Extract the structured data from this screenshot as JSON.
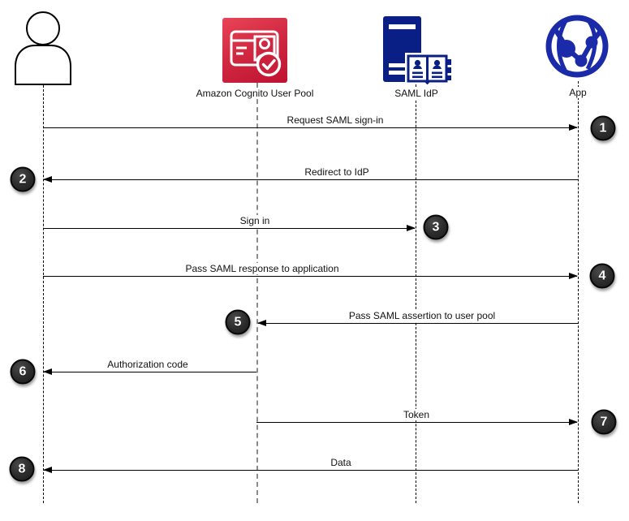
{
  "diagram": {
    "type": "sequence",
    "description": "SAML sign-in flow with Amazon Cognito user pool"
  },
  "actors": [
    {
      "id": "user",
      "label": "",
      "icon": "person-icon"
    },
    {
      "id": "cognito",
      "label": "Amazon Cognito User Pool",
      "icon": "cognito-id-card-icon",
      "color": "#c21f38"
    },
    {
      "id": "saml",
      "label": "SAML IdP",
      "icon": "server-directory-icon",
      "color": "#0a1f86"
    },
    {
      "id": "app",
      "label": "App",
      "icon": "globe-network-icon",
      "color": "#1a2aa8"
    }
  ],
  "messages": [
    {
      "step": 1,
      "label": "Request SAML sign-in",
      "from": "User",
      "to": "App"
    },
    {
      "step": 2,
      "label": "Redirect to IdP",
      "from": "App",
      "to": "User"
    },
    {
      "step": 3,
      "label": "Sign in",
      "from": "User",
      "to": "SAML IdP"
    },
    {
      "step": 4,
      "label": "Pass SAML response to application",
      "from": "User",
      "to": "App"
    },
    {
      "step": 5,
      "label": "Pass SAML assertion to user pool",
      "from": "App",
      "to": "Amazon Cognito User Pool"
    },
    {
      "step": 6,
      "label": "Authorization code",
      "from": "Amazon Cognito User Pool",
      "to": "User"
    },
    {
      "step": 7,
      "label": "Token",
      "from": "Amazon Cognito User Pool",
      "to": "App"
    },
    {
      "step": 8,
      "label": "Data",
      "from": "App",
      "to": "User"
    }
  ]
}
